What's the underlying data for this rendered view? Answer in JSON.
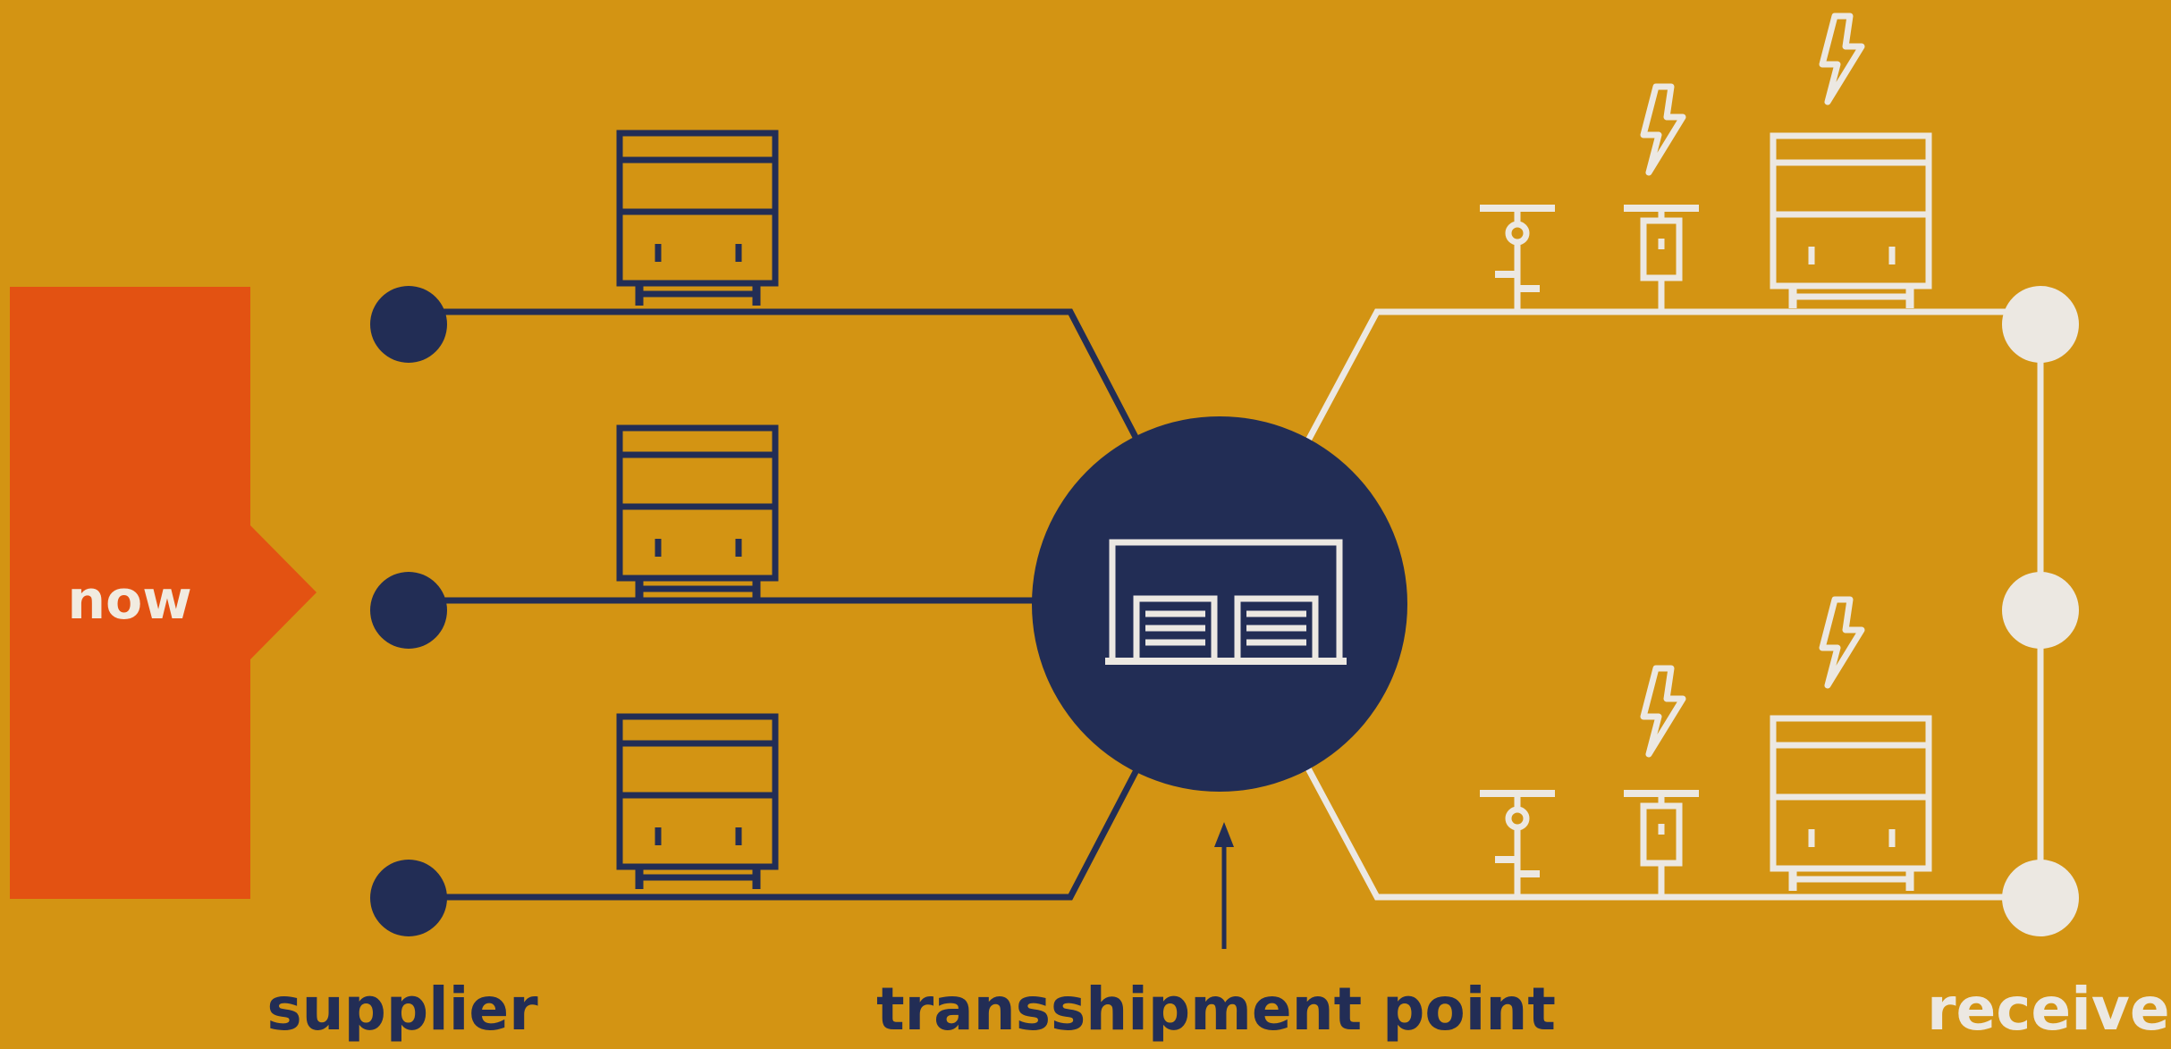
{
  "labels": {
    "now": "now",
    "supplier": "supplier",
    "transshipment_point": "transshipment point",
    "receiver": "receiver"
  },
  "colors": {
    "background": "#d39413",
    "now_banner": "#e35212",
    "navy": "#222d55",
    "light": "#ece8e2"
  },
  "icons": {
    "supplier_node": "circle-node",
    "supplier_vehicle": "truck-icon",
    "hub": "warehouse-icon",
    "hub_pointer": "arrow-up-icon",
    "receiver_node": "circle-node",
    "receiver_device_1": "charging-post-icon",
    "receiver_device_2": "charging-station-icon",
    "receiver_vehicle": "electric-truck-icon",
    "energy": "lightning-icon"
  }
}
